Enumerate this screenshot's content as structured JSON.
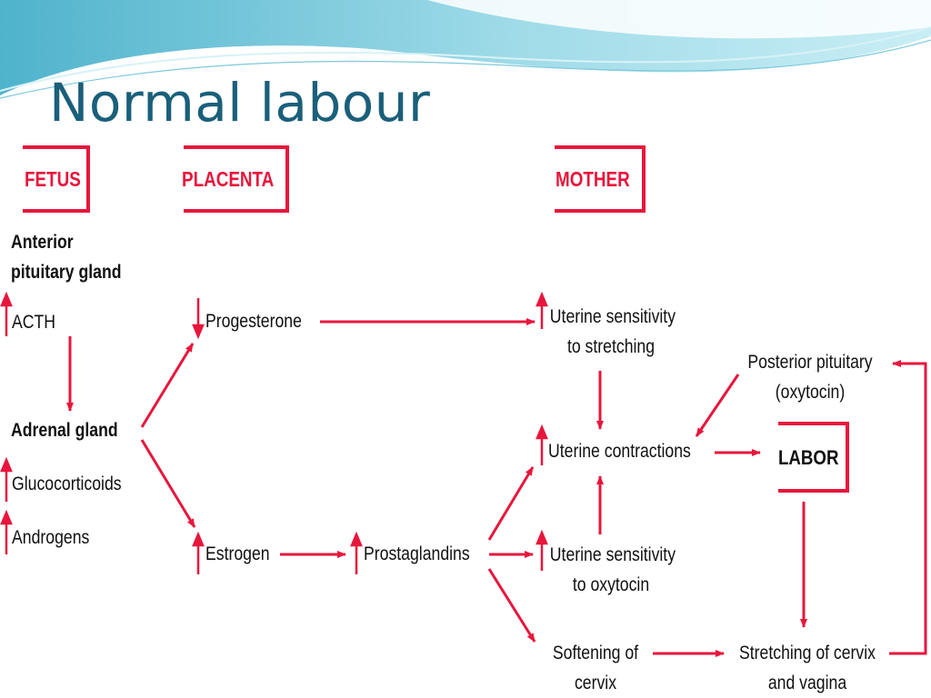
{
  "slide": {
    "title": "Normal labour",
    "colors": {
      "title": "#1a5f7a",
      "accent": "#e8163c",
      "wave": "#7ec9db"
    }
  },
  "headers": {
    "fetus": "FETUS",
    "placenta": "PLACENTA",
    "mother": "MOTHER"
  },
  "nodes": {
    "anterior_pituitary": [
      "Anterior",
      "pituitary gland"
    ],
    "acth": "ACTH",
    "adrenal_gland": "Adrenal gland",
    "glucocorticoids": "Glucocorticoids",
    "androgens": "Androgens",
    "progesterone": "Progesterone",
    "estrogen": "Estrogen",
    "prostaglandins": "Prostaglandins",
    "uterine_sensitivity_stretching": [
      "Uterine sensitivity",
      "to stretching"
    ],
    "uterine_contractions": "Uterine contractions",
    "uterine_sensitivity_oxytocin": [
      "Uterine sensitivity",
      "to oxytocin"
    ],
    "softening_cervix": [
      "Softening of",
      "cervix"
    ],
    "posterior_pituitary": [
      "Posterior pituitary",
      "(oxytocin)"
    ],
    "labor": "LABOR",
    "stretching_cervix": [
      "Stretching of cervix",
      "and vagina"
    ]
  },
  "indicators": {
    "acth": "increase-arrow-icon",
    "glucocorticoids": "increase-arrow-icon",
    "androgens": "increase-arrow-icon",
    "progesterone": "decrease-arrow-icon",
    "estrogen": "increase-arrow-icon",
    "prostaglandins": "increase-arrow-icon",
    "uterine_sensitivity_stretching": "increase-arrow-icon",
    "uterine_contractions": "increase-arrow-icon",
    "uterine_sensitivity_oxytocin": "increase-arrow-icon"
  }
}
